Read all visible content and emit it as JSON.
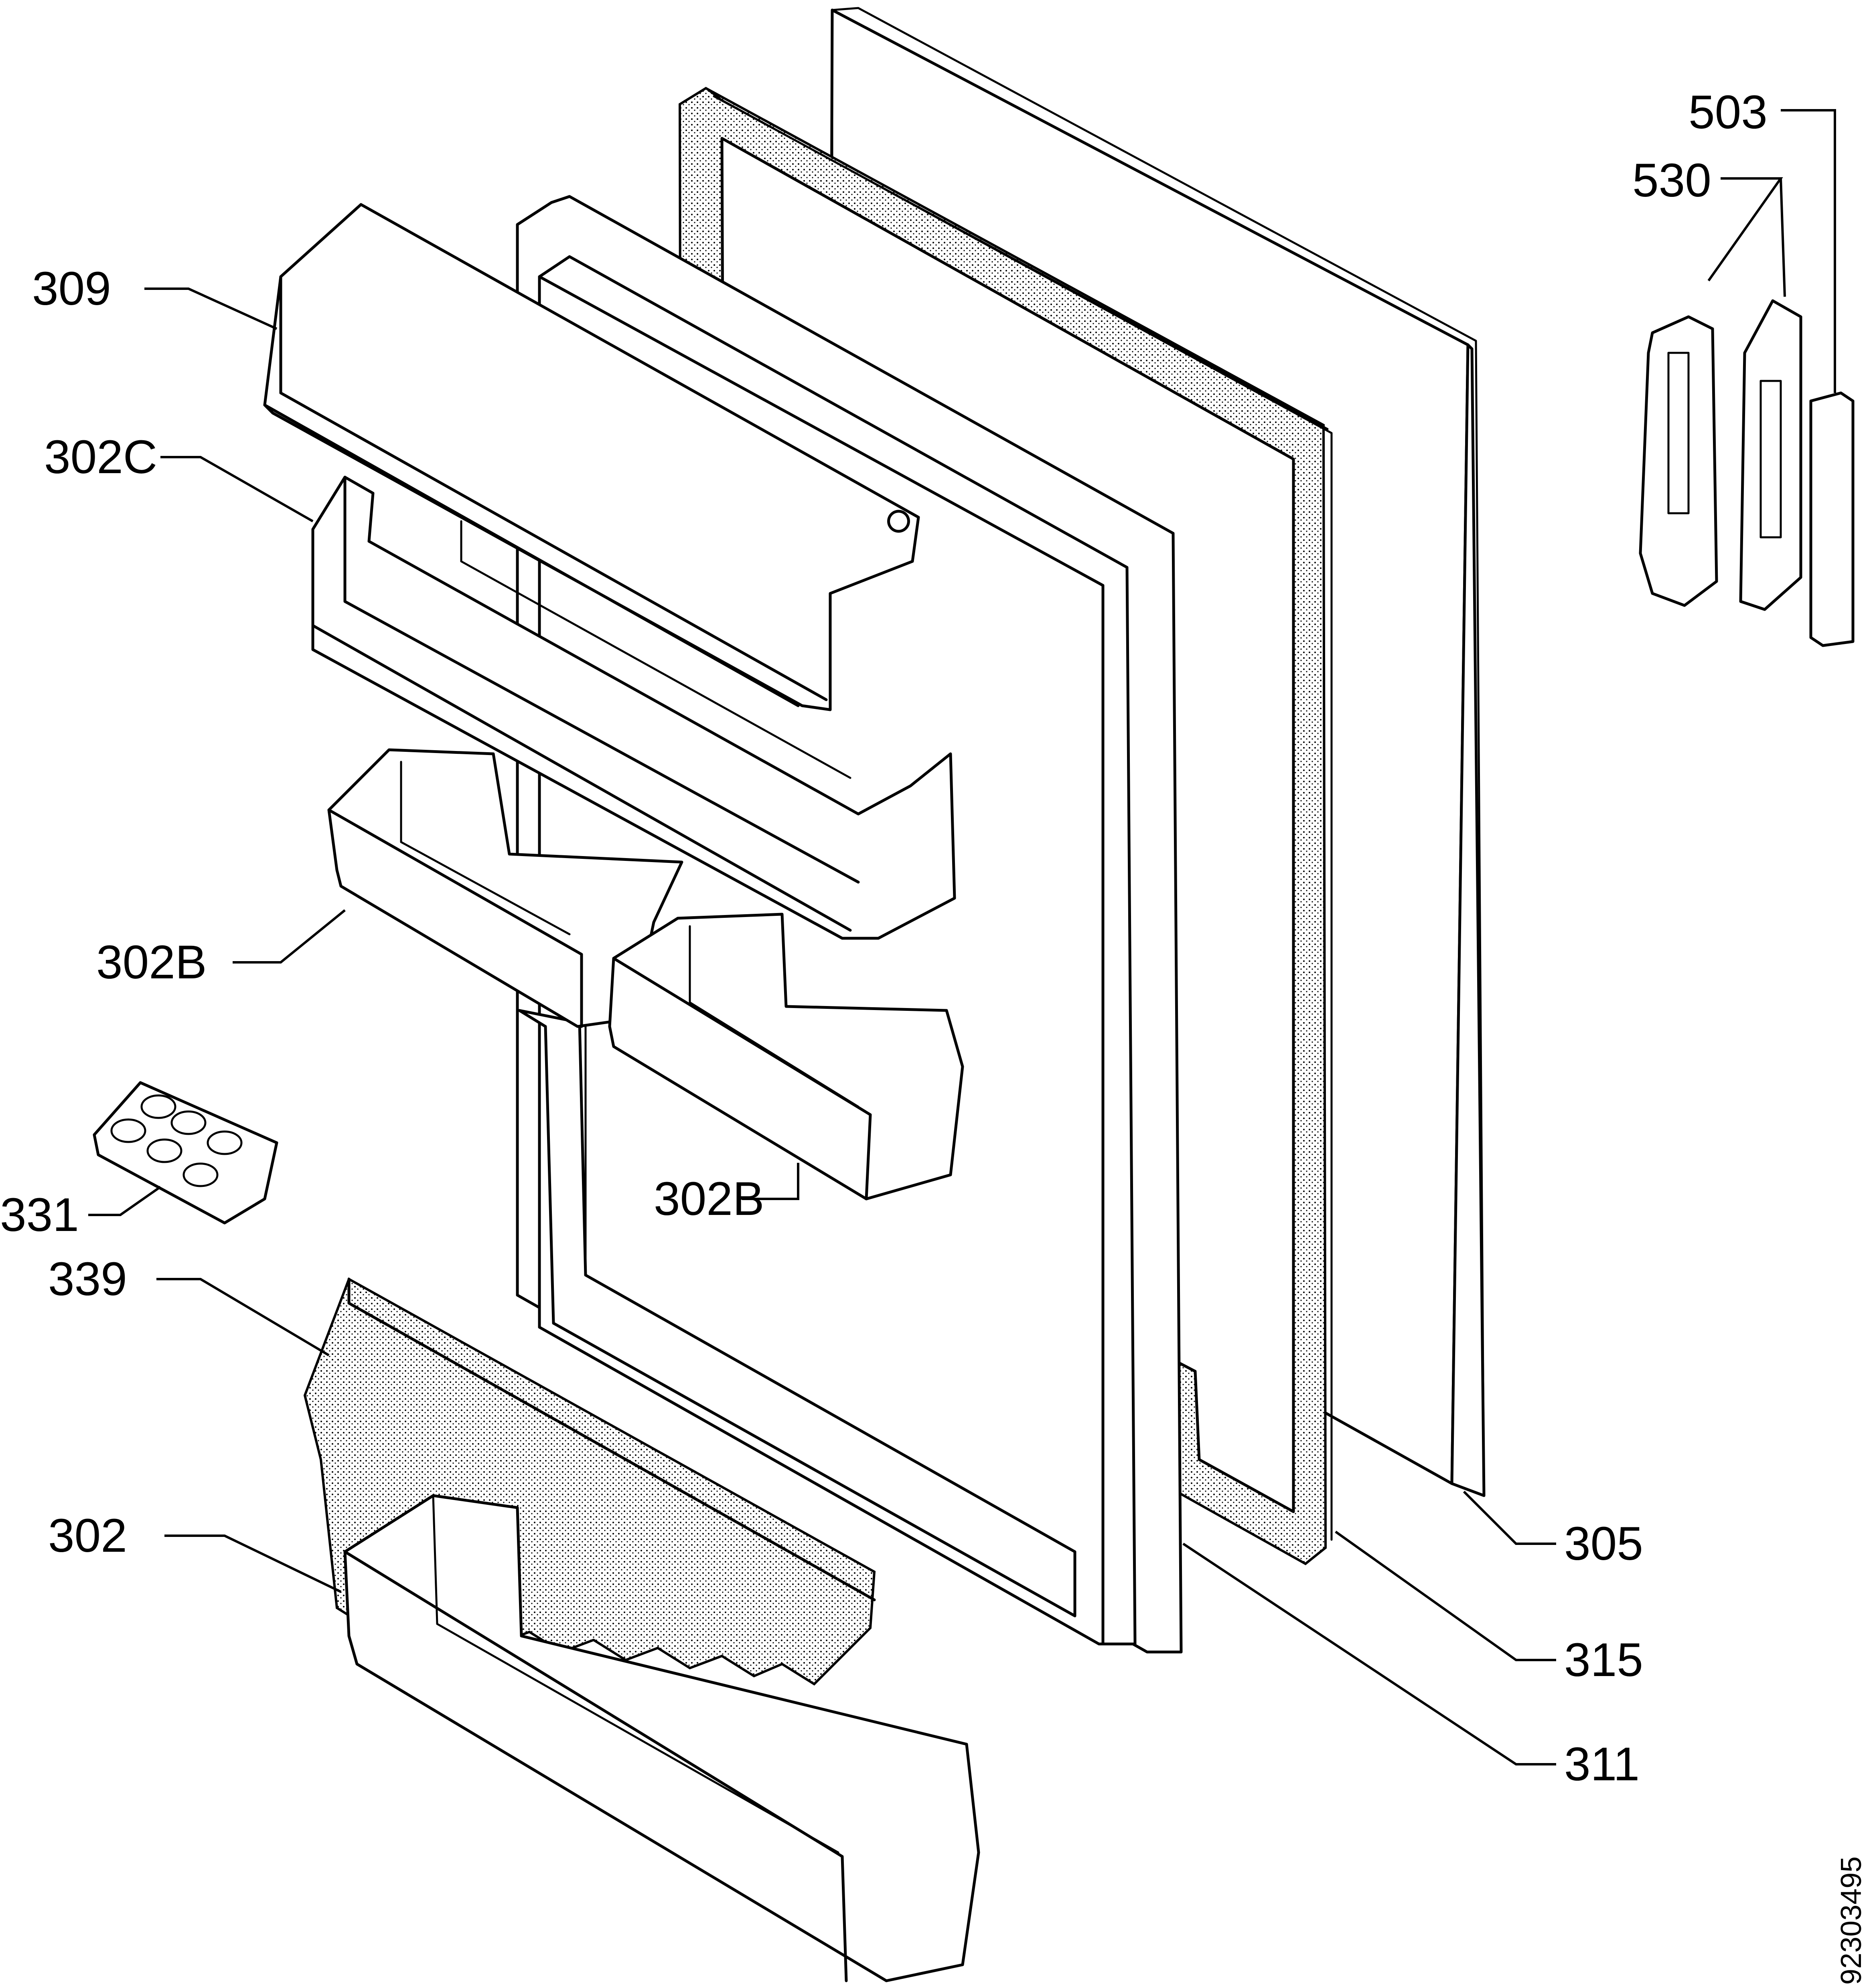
{
  "labels": {
    "l309": "309",
    "l302c": "302C",
    "l302b_left": "302B",
    "l302b_right": "302B",
    "l331": "331",
    "l339": "339",
    "l302": "302",
    "l503": "503",
    "l530": "530",
    "l305": "305",
    "l315": "315",
    "l311": "311"
  },
  "drawing_number": "92303495"
}
